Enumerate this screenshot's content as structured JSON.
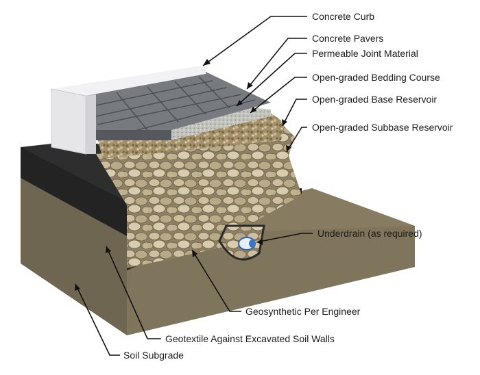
{
  "labels": {
    "concrete_curb": "Concrete Curb",
    "concrete_pavers": "Concrete Pavers",
    "permeable_joint_material": "Permeable Joint Material",
    "bedding_course": "Open-graded Bedding Course",
    "base_reservoir": "Open-graded Base Reservoir",
    "subbase_reservoir": "Open-graded Subbase Reservoir",
    "underdrain": "Underdrain (as required)",
    "geosynthetic": "Geosynthetic Per Engineer",
    "geotextile": "Geotextile Against Excavated Soil Walls",
    "soil_subgrade": "Soil Subgrade"
  },
  "colors": {
    "soil": "#7d735d",
    "geotextile": "#2b2b2b",
    "stone": "#b9ab8d",
    "base": "#9c8a66",
    "bedding": "#bdbdb8",
    "pavers": "#6f7377",
    "curb": "#e6e6e9"
  }
}
